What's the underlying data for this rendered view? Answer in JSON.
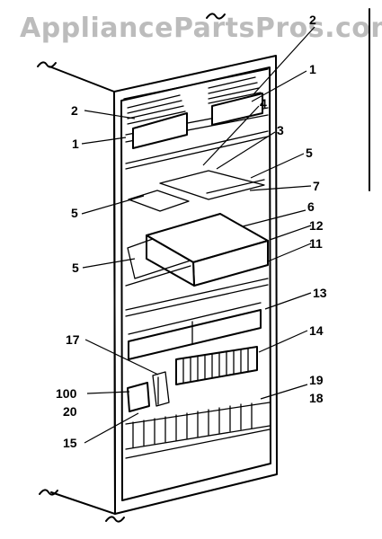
{
  "watermark": "AppliancePartsPros.com",
  "callouts": [
    {
      "id": "c2-top",
      "text": "2"
    },
    {
      "id": "c1-top",
      "text": "1"
    },
    {
      "id": "c2-left",
      "text": "2"
    },
    {
      "id": "c1-left",
      "text": "1"
    },
    {
      "id": "c4",
      "text": "4"
    },
    {
      "id": "c3",
      "text": "3"
    },
    {
      "id": "c5-right",
      "text": "5"
    },
    {
      "id": "c7",
      "text": "7"
    },
    {
      "id": "c5-mid",
      "text": "5"
    },
    {
      "id": "c6",
      "text": "6"
    },
    {
      "id": "c12",
      "text": "12"
    },
    {
      "id": "c11",
      "text": "11"
    },
    {
      "id": "c5-low",
      "text": "5"
    },
    {
      "id": "c13",
      "text": "13"
    },
    {
      "id": "c17",
      "text": "17"
    },
    {
      "id": "c14",
      "text": "14"
    },
    {
      "id": "c100",
      "text": "100"
    },
    {
      "id": "c20",
      "text": "20"
    },
    {
      "id": "c19",
      "text": "19"
    },
    {
      "id": "c18",
      "text": "18"
    },
    {
      "id": "c15",
      "text": "15"
    }
  ]
}
